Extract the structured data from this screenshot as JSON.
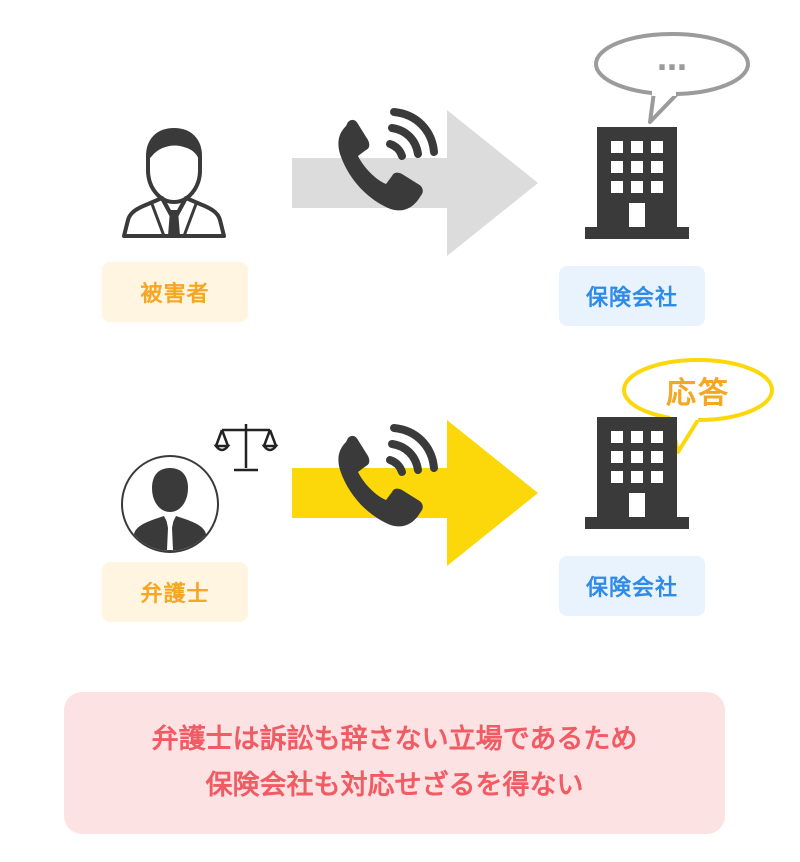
{
  "colors": {
    "gray_arrow": "#dcdcdc",
    "yellow_arrow": "#fcd80a",
    "icon_dark": "#3a3a3a",
    "label_orange_bg": "#fff5e0",
    "label_orange_text": "#f5a623",
    "label_blue_bg": "#e8f3fd",
    "label_blue_text": "#2f8be6",
    "note_bg": "#fde2e4",
    "note_text": "#f15b63",
    "bubble_gray": "#9b9b9b",
    "bubble_yellow": "#fcd80a"
  },
  "row_top": {
    "person_label": "被害者",
    "company_label": "保険会社",
    "bubble_text": "…",
    "icons": [
      "man-suit-icon",
      "phone-call-icon",
      "office-building-icon"
    ]
  },
  "row_bottom": {
    "person_label": "弁護士",
    "company_label": "保険会社",
    "bubble_text": "応答",
    "icons": [
      "scales-of-justice-icon",
      "lawyer-avatar-icon",
      "phone-call-icon",
      "office-building-icon"
    ]
  },
  "note": {
    "line1": "弁護士は訴訟も辞さない立場であるため",
    "line2": "保険会社も対応せざるを得ない"
  }
}
